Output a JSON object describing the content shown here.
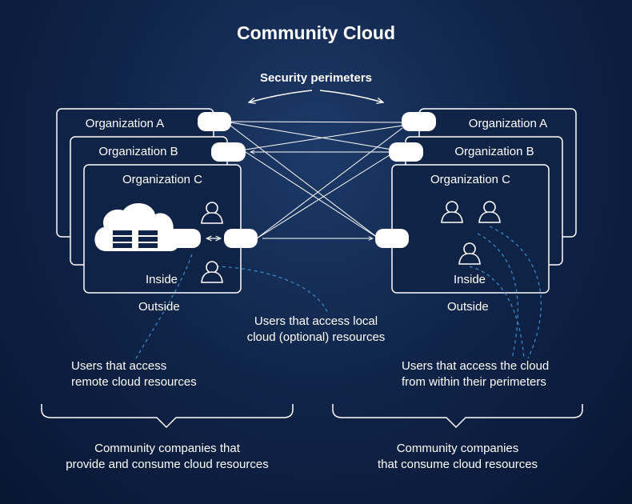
{
  "title": "Community Cloud",
  "security_label": "Security perimeters",
  "left": {
    "org_a": "Organization A",
    "org_b": "Organization B",
    "org_c": "Organization C",
    "inside": "Inside",
    "outside": "Outside"
  },
  "right": {
    "org_a": "Organization A",
    "org_b": "Organization B",
    "org_c": "Organization C",
    "inside": "Inside",
    "outside": "Outside"
  },
  "callouts": {
    "local_line1": "Users that access local",
    "local_line2": "cloud (optional) resources",
    "remote_line1": "Users that access",
    "remote_line2": "remote cloud resources",
    "within_line1": "Users that access the cloud",
    "within_line2": "from within their perimeters"
  },
  "groups": {
    "left_line1": "Community companies that",
    "left_line2": "provide and consume cloud resources",
    "right_line1": "Community companies",
    "right_line2": "that consume cloud resources"
  },
  "colors": {
    "background": "#10254a",
    "box_fill": "#0f2347",
    "line": "#ffffff",
    "dashed": "#3a8fd0"
  }
}
